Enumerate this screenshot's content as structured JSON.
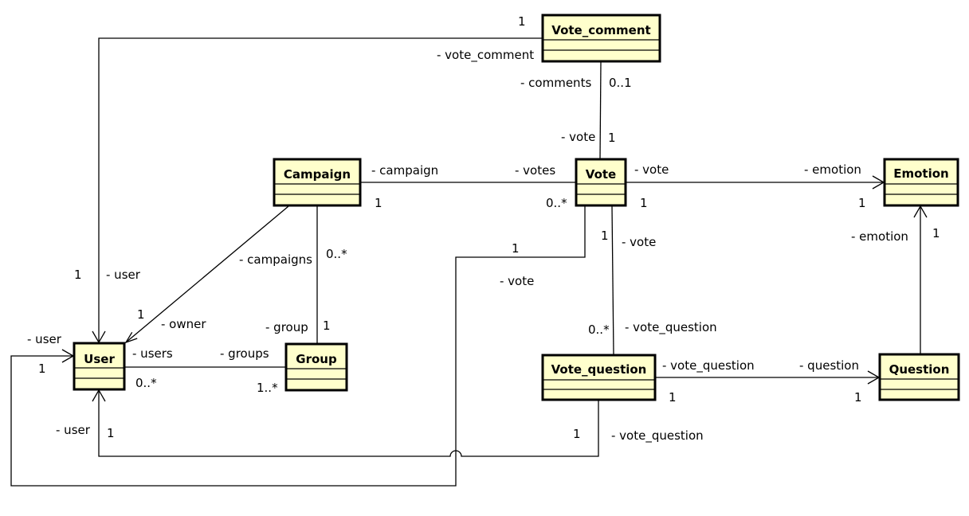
{
  "classes": {
    "vote_comment": "Vote_comment",
    "campaign": "Campaign",
    "vote": "Vote",
    "emotion": "Emotion",
    "user": "User",
    "group": "Group",
    "vote_question": "Vote_question",
    "question": "Question"
  },
  "labels": {
    "vc_user_mult": "1",
    "vc_user_role": "- vote_comment",
    "user_vc_mult": "1",
    "user_vc_role": "- user",
    "comments_role": "- comments",
    "comments_mult": "0..1",
    "vote_vc_role": "- vote",
    "vote_vc_mult": "1",
    "campaign_role": "- campaign",
    "campaign_mult": "1",
    "votes_role": "- votes",
    "votes_mult": "0..*",
    "vote_emo_role": "- vote",
    "vote_emo_mult": "1",
    "emotion_role": "- emotion",
    "emotion_mult": "1",
    "campaigns_role": "- campaigns",
    "owner_mult": "1",
    "owner_role": "- owner",
    "groupcamp_mult": "0..*",
    "group_role": "- group",
    "group_mult": "1",
    "users_role": "- users",
    "users_mult": "0..*",
    "groups_role": "- groups",
    "groups_mult": "1..*",
    "vote_vq_mult": "1",
    "vote_vq_role": "- vote",
    "vq_mult": "0..*",
    "vq_role": "- vote_question",
    "vq_q_role": "- vote_question",
    "vq_q_mult": "1",
    "question_role": "- question",
    "question_mult": "1",
    "q_emotion_role": "- emotion",
    "q_emotion_mult": "1",
    "vote_user_mult": "1",
    "vote_user_vrole": "- vote",
    "user_vote_role": "- user",
    "user_vote_mult": "1",
    "user_vq_role": "- user",
    "user_vq_mult": "1",
    "vq_user_mult": "1",
    "vq_user_role": "- vote_question"
  }
}
